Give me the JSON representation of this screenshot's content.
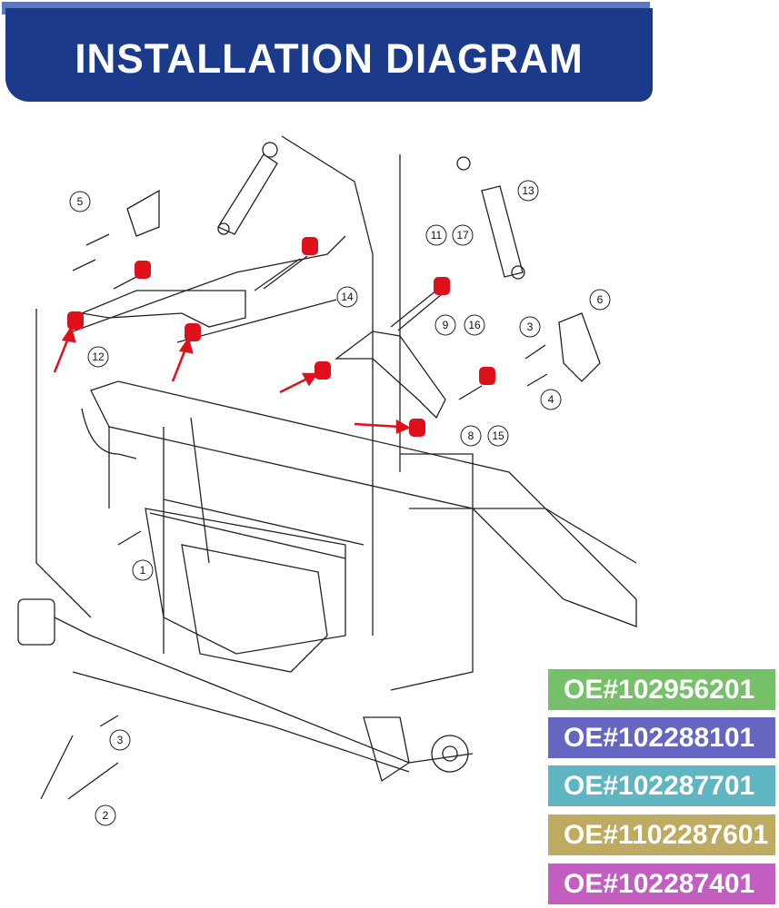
{
  "header": {
    "title": "INSTALLATION DIAGRAM"
  },
  "callouts": [
    "5",
    "12",
    "14",
    "11",
    "17",
    "13",
    "6",
    "3",
    "9",
    "16",
    "4",
    "8",
    "15",
    "1",
    "3",
    "2"
  ],
  "part_numbers": [
    {
      "label": "OE#102956201",
      "color": "#77c06a"
    },
    {
      "label": "OE#102288101",
      "color": "#6466c2"
    },
    {
      "label": "OE#102287701",
      "color": "#5fb5c2"
    },
    {
      "label": "OE#1102287601",
      "color": "#bfaa62"
    },
    {
      "label": "OE#102287401",
      "color": "#c25ec0"
    }
  ],
  "colors": {
    "header_bg": "#1b3a8a",
    "header_strip": "#5b78be",
    "bushing": "#e0101a"
  }
}
